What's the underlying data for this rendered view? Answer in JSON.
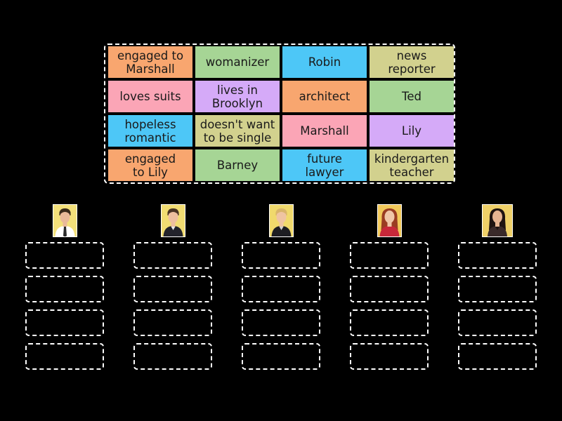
{
  "colors": {
    "orange": "#f8a66f",
    "green": "#a6d595",
    "blue": "#4dc7f7",
    "olive": "#d2d18e",
    "pink": "#fba5b6",
    "purple": "#d5aaf8"
  },
  "tiles": [
    {
      "label": "engaged to\nMarshall",
      "color": "orange"
    },
    {
      "label": "womanizer",
      "color": "green"
    },
    {
      "label": "Robin",
      "color": "blue"
    },
    {
      "label": "news\nreporter",
      "color": "olive"
    },
    {
      "label": "loves suits",
      "color": "pink"
    },
    {
      "label": "lives in\nBrooklyn",
      "color": "purple"
    },
    {
      "label": "architect",
      "color": "orange"
    },
    {
      "label": "Ted",
      "color": "green"
    },
    {
      "label": "hopeless\nromantic",
      "color": "blue"
    },
    {
      "label": "doesn't want\nto be single",
      "color": "olive"
    },
    {
      "label": "Marshall",
      "color": "pink"
    },
    {
      "label": "Lily",
      "color": "purple"
    },
    {
      "label": "engaged\nto Lily",
      "color": "orange"
    },
    {
      "label": "Barney",
      "color": "green"
    },
    {
      "label": "future\nlawyer",
      "color": "blue"
    },
    {
      "label": "kindergarten\nteacher",
      "color": "olive"
    }
  ],
  "portraits": [
    {
      "icon": "portrait-man-tie-icon",
      "bg": "#f3e07a",
      "hair": "#3a2a1c",
      "skin": "#e9b99a",
      "shirt": "#ffffff",
      "accent": "#2b2b2b"
    },
    {
      "icon": "portrait-man-suit-icon",
      "bg": "#f1dc72",
      "hair": "#4a3424",
      "skin": "#eebf9f",
      "shirt": "#23232b",
      "accent": "#e8e8e8"
    },
    {
      "icon": "portrait-man-blond-icon",
      "bg": "#f0d96c",
      "hair": "#d9b56a",
      "skin": "#efc4a2",
      "shirt": "#1d1d22",
      "accent": "#cfcfcf"
    },
    {
      "icon": "portrait-woman-redhead-icon",
      "bg": "#f2c95a",
      "hair": "#9a3c22",
      "skin": "#f0c6a8",
      "shirt": "#c8283a",
      "accent": "#c8283a"
    },
    {
      "icon": "portrait-woman-darkhair-icon",
      "bg": "#efd068",
      "hair": "#1f1411",
      "skin": "#e6b592",
      "shirt": "#3a2a2a",
      "accent": "#1f1411"
    }
  ],
  "columns": 5,
  "slots_per_column": 4
}
